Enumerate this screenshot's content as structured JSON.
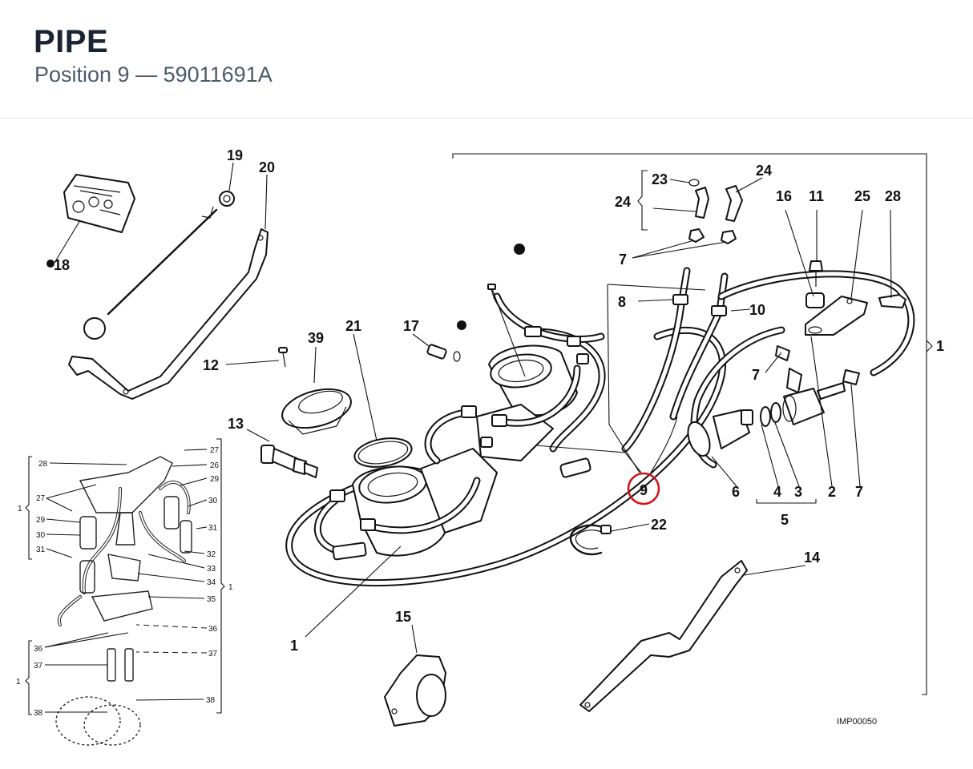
{
  "header": {
    "title": "PIPE",
    "subtitle": "Position 9 — 59011691A"
  },
  "highlight": {
    "position_label": "9",
    "color": "#d0121b"
  },
  "diagram": {
    "labels": {
      "l1": "1",
      "l1b": "1",
      "l2": "2",
      "l3": "3",
      "l4": "4",
      "l5": "5",
      "l6": "6",
      "l7a": "7",
      "l7b": "7",
      "l7c": "7",
      "l8": "8",
      "l10": "10",
      "l11": "11",
      "l12": "12",
      "l13": "13",
      "l14": "14",
      "l15": "15",
      "l16": "16",
      "l17": "17",
      "l18": "18",
      "l19": "19",
      "l20": "20",
      "l21": "21",
      "l22": "22",
      "l23": "23",
      "l24a": "24",
      "l24b": "24",
      "l25": "25",
      "l28": "28",
      "l39": "39"
    },
    "inset_labels": {
      "r27": "27",
      "r26": "26",
      "r29": "29",
      "r30": "30",
      "r31": "31",
      "r32": "32",
      "r33": "33",
      "r34": "34",
      "r35": "35",
      "r36": "36",
      "r37": "37",
      "r38": "38",
      "lb28": "28",
      "lb27": "27",
      "lb29": "29",
      "lb30": "30",
      "lb31": "31",
      "lb36": "36",
      "lb37": "37",
      "lb38": "38",
      "b1a": "1",
      "b1b": "1",
      "b1c": "1"
    },
    "image_code": "IMP00050"
  }
}
